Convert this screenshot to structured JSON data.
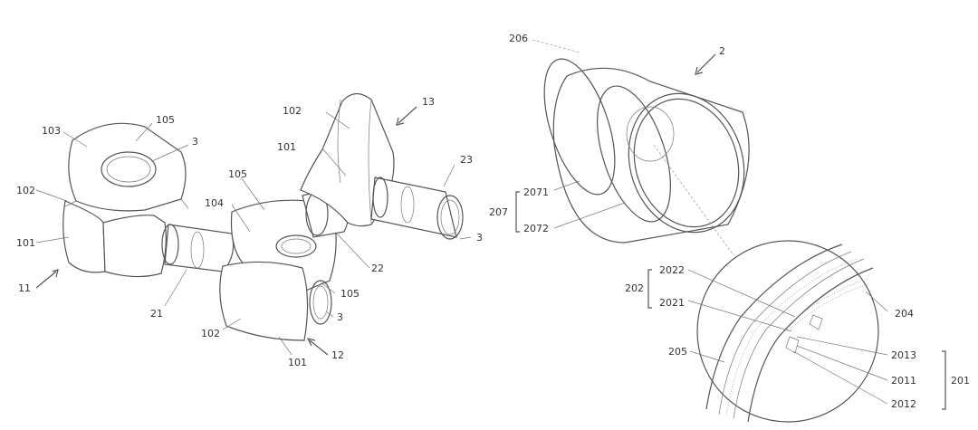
{
  "labels": {
    "l11": "11",
    "l12": "12",
    "l13": "13",
    "l101a": "101",
    "l101b": "101",
    "l101c": "101",
    "l102a": "102",
    "l102b": "102",
    "l102c": "102",
    "l103": "103",
    "l104": "104",
    "l105a": "105",
    "l105b": "105",
    "l105c": "105",
    "l3a": "3",
    "l3b": "3",
    "l3c": "3",
    "l21": "21",
    "l22": "22",
    "l23": "23",
    "l2": "2",
    "l206": "206",
    "l207": "207",
    "l2071": "2071",
    "l2072": "2072",
    "l202": "202",
    "l2021": "2021",
    "l2022": "2022",
    "l204": "204",
    "l205": "205",
    "l201": "201",
    "l2011": "2011",
    "l2012": "2012",
    "l2013": "2013"
  },
  "colors": {
    "line": "#555555",
    "text": "#333333",
    "background": "#ffffff"
  }
}
